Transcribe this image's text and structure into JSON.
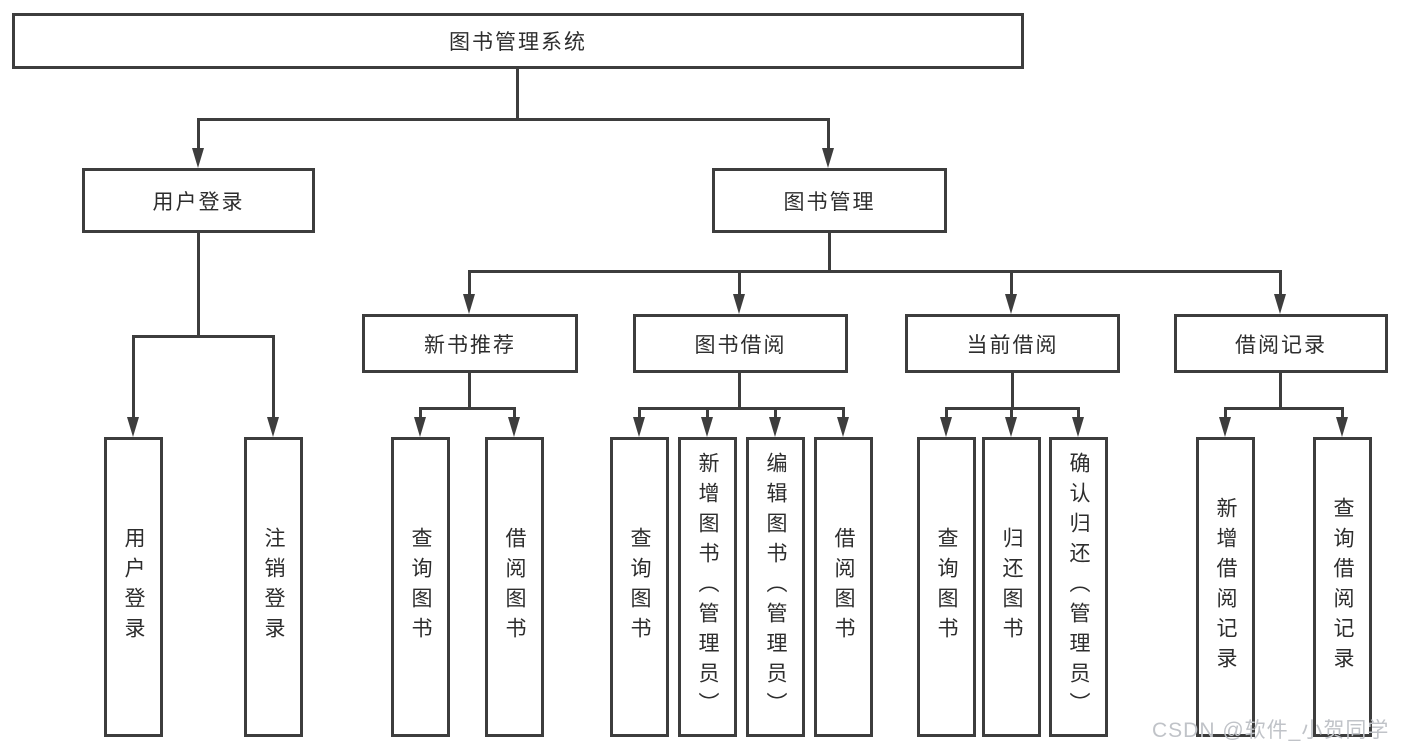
{
  "diagram": {
    "title": "图书管理系统",
    "branches": {
      "user_login": {
        "label": "用户登录",
        "children": [
          "用户登录",
          "注销登录"
        ]
      },
      "book_management": {
        "label": "图书管理",
        "sections": [
          {
            "label": "新书推荐",
            "children": [
              "查询图书",
              "借阅图书"
            ]
          },
          {
            "label": "图书借阅",
            "children": [
              "查询图书",
              "新增图书（管理员）",
              "编辑图书（管理员）",
              "借阅图书"
            ]
          },
          {
            "label": "当前借阅",
            "children": [
              "查询图书",
              "归还图书",
              "确认归还（管理员）"
            ]
          },
          {
            "label": "借阅记录",
            "children": [
              "新增借阅记录",
              "查询借阅记录"
            ]
          }
        ]
      }
    }
  },
  "watermark": "CSDN @软件_小贺同学",
  "colors": {
    "line": "#3d3d3d",
    "text": "#2d2d2d",
    "background": "#ffffff",
    "watermark": "#c0c3c8"
  }
}
